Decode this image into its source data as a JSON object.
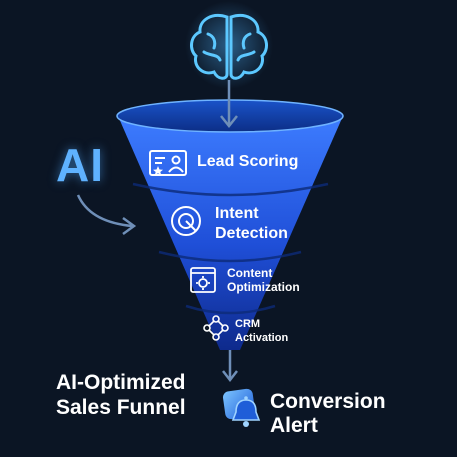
{
  "ai_label": "AI",
  "stages": [
    {
      "label": "Lead Scoring",
      "icon": "profile-card-icon"
    },
    {
      "label": "Intent Detection",
      "icon": "target-icon"
    },
    {
      "label": "Content Optimization",
      "icon": "gear-window-icon"
    },
    {
      "label": "CRM Activation",
      "icon": "network-nodes-icon"
    }
  ],
  "funnel_title": "AI-Optimized Sales Funnel",
  "alert": {
    "label": "Conversion Alert",
    "icon": "bell-alert-icon"
  },
  "top_icon": "brain-icon",
  "colors": {
    "background": "#0b1524",
    "accent": "#5fb2ff",
    "funnel_light": "#3d7cff",
    "funnel_dark": "#0e2a8c"
  }
}
